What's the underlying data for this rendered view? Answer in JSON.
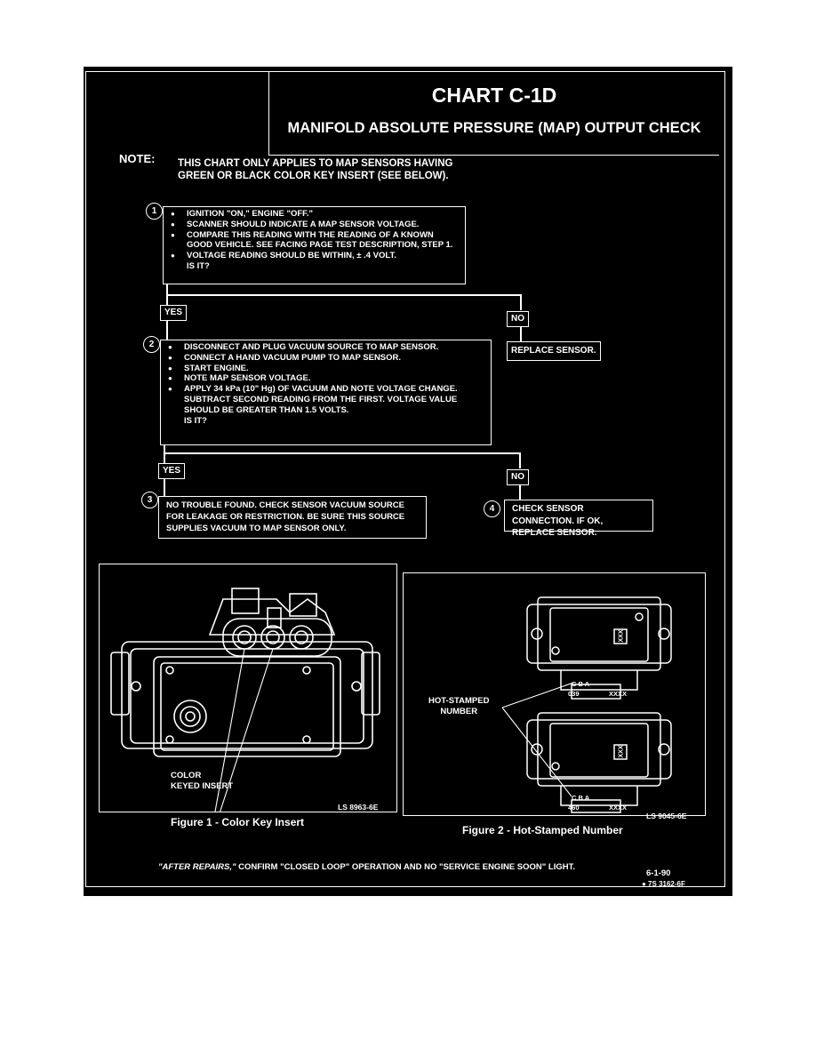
{
  "header": {
    "chart_id": "CHART C-1D",
    "chart_title": "MANIFOLD ABSOLUTE PRESSURE (MAP) OUTPUT CHECK"
  },
  "note": {
    "label": "NOTE:",
    "line1": "THIS CHART ONLY APPLIES TO MAP SENSORS HAVING",
    "line2": "GREEN OR BLACK COLOR KEY INSERT (SEE BELOW)."
  },
  "steps": [
    {
      "number": "1",
      "bullets": [
        "IGNITION \"ON,\" ENGINE \"OFF.\"",
        "SCANNER SHOULD INDICATE A MAP SENSOR VOLTAGE.",
        "COMPARE THIS READING WITH THE READING OF A KNOWN GOOD VEHICLE.  SEE FACING PAGE TEST DESCRIPTION, STEP 1.",
        "VOLTAGE READING SHOULD BE WITHIN, ± .4 VOLT."
      ],
      "question": "IS IT?"
    },
    {
      "number": "2",
      "bullets": [
        "DISCONNECT AND PLUG VACUUM SOURCE TO MAP SENSOR.",
        "CONNECT A HAND  VACUUM PUMP TO MAP SENSOR.",
        "START ENGINE.",
        "NOTE MAP SENSOR VOLTAGE.",
        "APPLY 34 kPa (10\" Hg) OF VACUUM AND NOTE VOLTAGE CHANGE. SUBTRACT SECOND READING FROM THE FIRST.  VOLTAGE VALUE SHOULD BE GREATER THAN 1.5 VOLTS."
      ],
      "question": "IS IT?"
    },
    {
      "number": "3",
      "text": "NO TROUBLE FOUND.  CHECK SENSOR VACUUM SOURCE FOR LEAKAGE OR RESTRICTION.  BE SURE THIS SOURCE SUPPLIES VACUUM TO MAP SENSOR ONLY."
    },
    {
      "number": "4",
      "text": "CHECK SENSOR CONNECTION. IF OK, REPLACE SENSOR."
    }
  ],
  "branches": {
    "yes": "YES",
    "no": "NO",
    "replace_sensor": "REPLACE SENSOR."
  },
  "figure1": {
    "callout_line1": "COLOR",
    "callout_line2": "KEYED INSERT",
    "code": "LS 8963-6E",
    "caption": "Figure 1 - Color Key Insert"
  },
  "figure2": {
    "callout_line1": "HOT-STAMPED",
    "callout_line2": "NUMBER",
    "pins": "C   B   A",
    "number_top": "039",
    "number_bottom": "460",
    "xxxx": "XXXX",
    "xxx": "XXX",
    "code": "LS 9045-6E",
    "caption": "Figure 2 - Hot-Stamped Number"
  },
  "footer": {
    "after_repairs": "\"AFTER REPAIRS,\"",
    "confirm": "CONFIRM \"CLOSED LOOP\" OPERATION AND NO \"SERVICE ENGINE SOON\" LIGHT.",
    "date": "6-1-90",
    "code": "● 7S 3162-6F"
  }
}
